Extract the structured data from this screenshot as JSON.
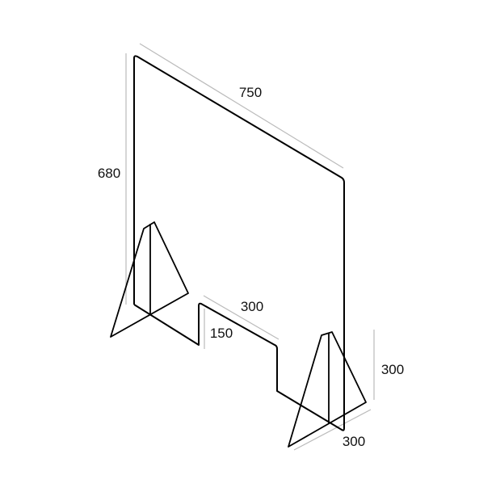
{
  "dimensions": {
    "height": "680",
    "width": "750",
    "cutout_width": "300",
    "cutout_height": "150",
    "foot_height": "300",
    "foot_depth": "300"
  },
  "colors": {
    "outline": "#000000",
    "dimension_line": "#bbbbbb"
  }
}
